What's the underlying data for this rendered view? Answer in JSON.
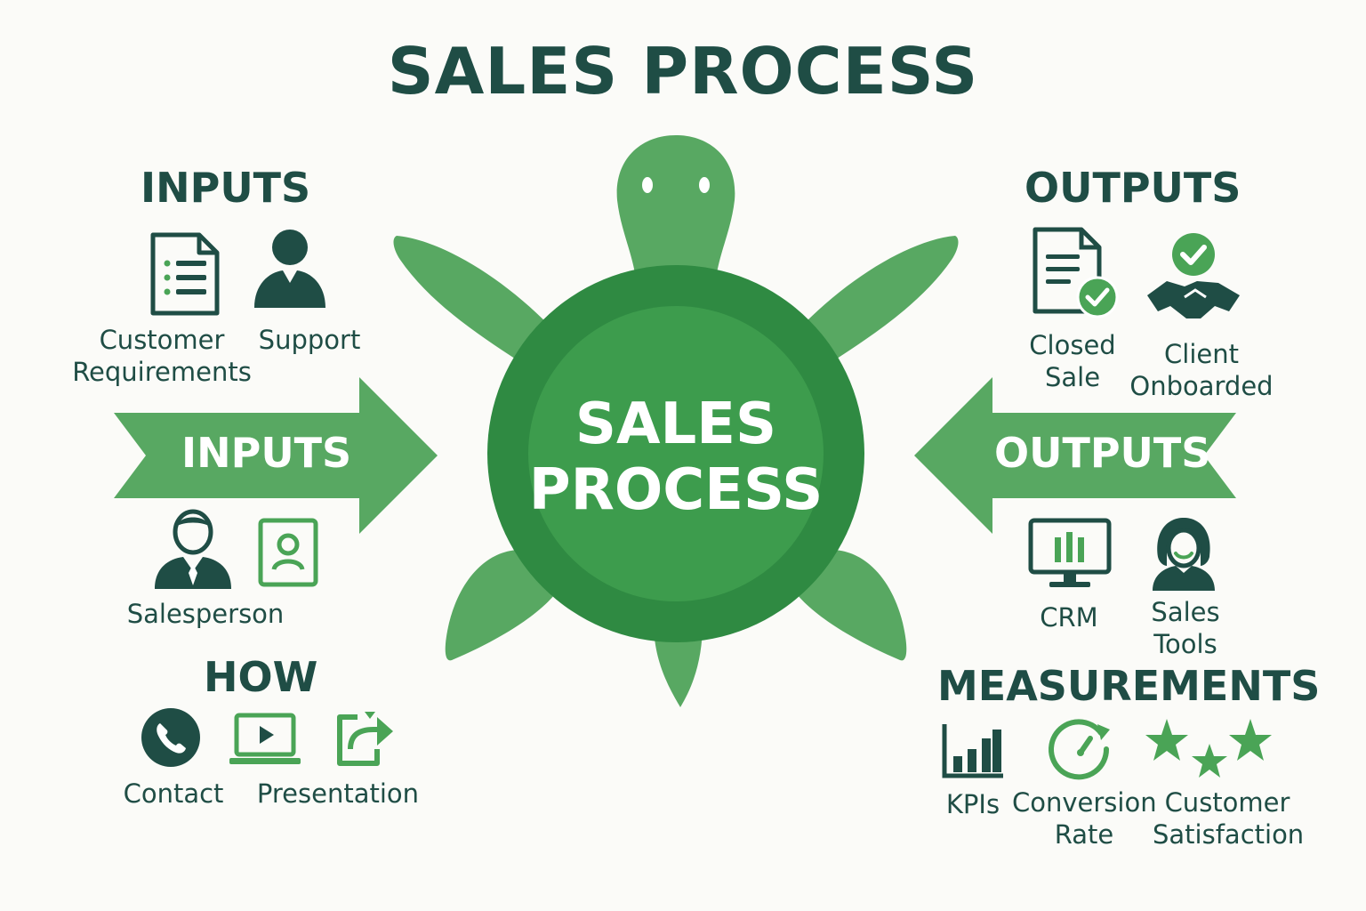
{
  "title": "SALES PROCESS",
  "center": {
    "line1": "SALES",
    "line2": "PROCESS"
  },
  "left": {
    "inputs_heading": "INPUTS",
    "inputs_items": [
      "Customer\nRequirements",
      "Support"
    ],
    "arrow_label": "INPUTS",
    "resources_items": [
      "Salesperson"
    ],
    "how_heading": "HOW",
    "how_items": [
      "Contact",
      "Presentation"
    ]
  },
  "right": {
    "outputs_heading": "OUTPUTS",
    "outputs_items": [
      "Closed\nSale",
      "Client\nOnboarded"
    ],
    "arrow_label": "OUTPUTS",
    "tools_items": [
      "CRM",
      "Sales\nTools"
    ],
    "measurements_heading": "MEASUREMENTS",
    "measurements_items": [
      "KPIs",
      "Conversion\nRate",
      "Customer\nSatisfaction"
    ]
  },
  "icons": {
    "requirements": "document-list-icon",
    "support": "person-icon",
    "salesperson": "businessman-icon",
    "id_card": "contact-card-icon",
    "contact": "phone-icon",
    "presentation": "laptop-play-icon",
    "share": "share-arrow-icon",
    "closed_sale": "document-check-icon",
    "client_onboarded": "handshake-check-icon",
    "crm": "monitor-chart-icon",
    "sales_tools": "agent-headset-icon",
    "kpis": "bar-chart-icon",
    "conversion_rate": "gauge-icon",
    "customer_satisfaction": "stars-icon"
  },
  "colors": {
    "dark_text": "#1f4d45",
    "green": "#4aa456",
    "green_light": "#58a862",
    "shell_outer": "#2f8a42",
    "shell_inner": "#3d9c4d",
    "white": "#ffffff"
  }
}
